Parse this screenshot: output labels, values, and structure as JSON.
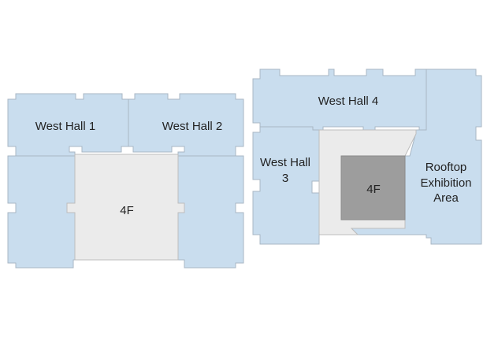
{
  "map": {
    "left_block": {
      "halls": [
        {
          "name": "West Hall 1"
        },
        {
          "name": "West Hall 2"
        }
      ],
      "floor_label": "4F"
    },
    "right_block": {
      "halls": [
        {
          "name": "West Hall 4"
        },
        {
          "name_line1": "West Hall",
          "name_line2": "3"
        },
        {
          "name_line1": "Rooftop",
          "name_line2": "Exhibition",
          "name_line3": "Area"
        }
      ],
      "floor_label": "4F"
    }
  },
  "colors": {
    "hall_fill": "#c9ddee",
    "hall_stroke": "#a9b7c4",
    "core_fill": "#ebebeb",
    "core_dark_fill": "#9d9d9d"
  }
}
